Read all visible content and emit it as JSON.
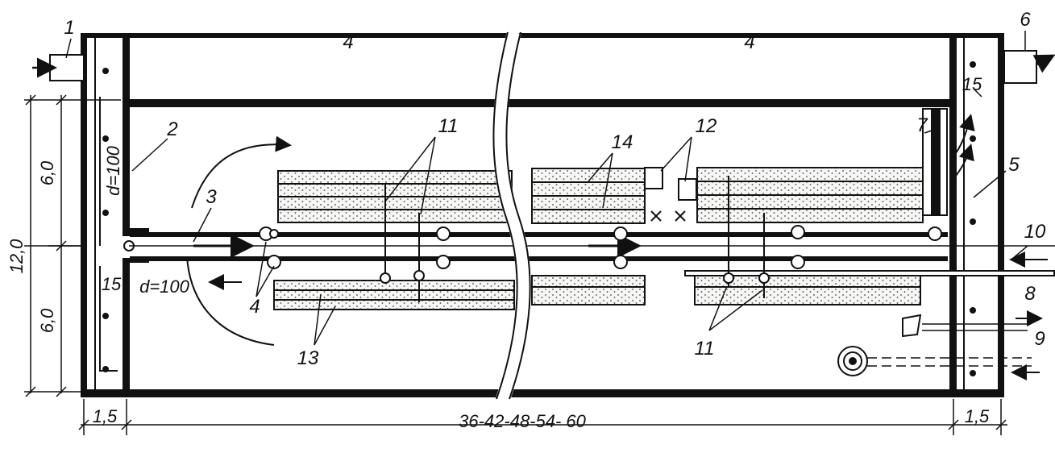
{
  "diagram": {
    "dimensions": {
      "total_height": "12,0",
      "half_upper": "6,0",
      "half_lower": "6,0",
      "length_range": "36-42-48-54- 60",
      "left_width": "1,5",
      "right_width": "1,5",
      "pipe_upper": "d=100",
      "pipe_lower": "d=100"
    },
    "callouts": {
      "n1": "1",
      "n2": "2",
      "n3": "3",
      "n4": "4",
      "n5": "5",
      "n6": "6",
      "n7": "7",
      "n8": "8",
      "n9": "9",
      "n10": "10",
      "n11_top": "11",
      "n11_bottom": "11",
      "n12": "12",
      "n13": "13",
      "n14": "14",
      "n15_left": "15",
      "n15_right": "15",
      "n4_top_left": "4",
      "n4_top_right": "4"
    }
  }
}
